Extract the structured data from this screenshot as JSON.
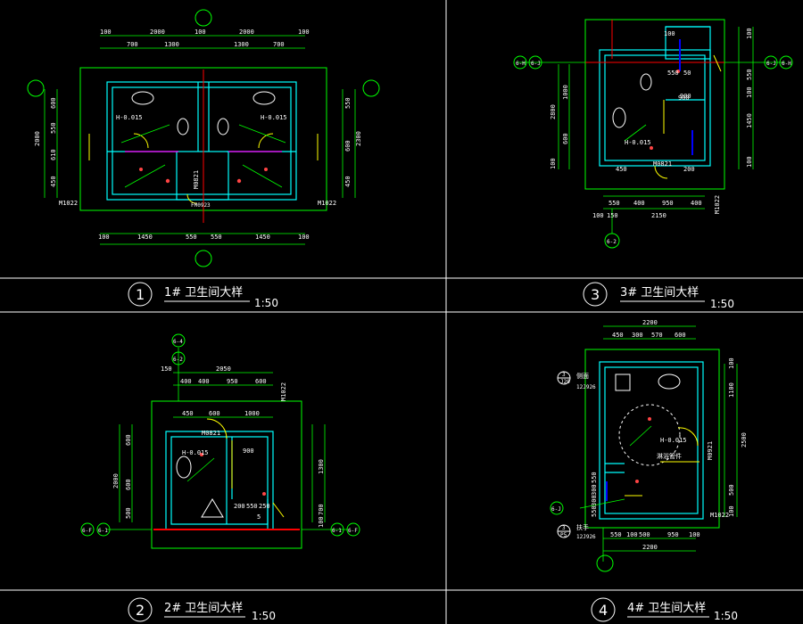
{
  "colors": {
    "background": "#000000",
    "frame": "#ffffff",
    "dimension": "#00ff00",
    "wall": "#00ffff",
    "axis": "#ff0000",
    "fixture": "#ffff00",
    "pipe": "#ff00ff",
    "text": "#ffffff"
  },
  "panels": [
    {
      "number": "1",
      "title": "1# 卫生间大样",
      "scale": "1:50",
      "door_left": "M1022",
      "door_right": "M1022",
      "door_mid": "FM0923",
      "mark_left": "H-0.015",
      "mark_right": "H-0.015",
      "mark_mid": "M0821",
      "top_dims_a": [
        "100",
        "2000",
        "100",
        "2000",
        "100"
      ],
      "top_dims_b": [
        "700",
        "1300",
        "1300",
        "700"
      ],
      "bottom_dims": [
        "100",
        "1450",
        "550",
        "550",
        "1450",
        "100"
      ],
      "left_dims": [
        "2000",
        "600",
        "550",
        "610",
        "450"
      ],
      "right_dims": [
        "2300",
        "550",
        "600",
        "450"
      ]
    },
    {
      "number": "2",
      "title": "2# 卫生间大样",
      "scale": "1:50",
      "door_top": "M0821",
      "door_right": "M1022",
      "mark": "H-0.015",
      "top_dims_a": [
        "150",
        "2050"
      ],
      "top_dims_b": [
        "400",
        "400",
        "950",
        "600"
      ],
      "top_dims_c": [
        "450",
        "600",
        "1000"
      ],
      "left_dims": [
        "2000",
        "600",
        "600",
        "500"
      ],
      "right_dims": [
        "1300",
        "700",
        "100"
      ],
      "inner_dims": [
        "900",
        "200",
        "550",
        "250",
        "5"
      ],
      "axis_tags_top": [
        "6-4",
        "6-2"
      ],
      "axis_tags_left": [
        "6-F",
        "6-1"
      ],
      "axis_tags_right": [
        "6-1",
        "6-F"
      ]
    },
    {
      "number": "3",
      "title": "3# 卫生间大样",
      "scale": "1:50",
      "door": "M0821",
      "mark": "H-0.015",
      "top_dims": [
        "100",
        "50",
        "550",
        "900"
      ],
      "bottom_dims_a": [
        "550",
        "400",
        "950",
        "400"
      ],
      "bottom_dims_b": [
        "100",
        "150",
        "2150"
      ],
      "left_dims": [
        "1000",
        "2800",
        "600",
        "100"
      ],
      "right_dims": [
        "100",
        "550",
        "100",
        "1450",
        "100"
      ],
      "side_dim": "M1022",
      "axis_tags_left": [
        "6-H",
        "6-J"
      ],
      "axis_tags_right": [
        "6-J",
        "6-H"
      ],
      "axis_tag_bottom": "6-2",
      "inner": [
        "450",
        "900",
        "200"
      ]
    },
    {
      "number": "4",
      "title": "4# 卫生间大样",
      "scale": "1:50",
      "door_right": "M0921",
      "door_bottom": "M1022",
      "mark": "H-0.015",
      "top_dims_a": [
        "2200"
      ],
      "top_dims_b": [
        "450",
        "300",
        "570",
        "600"
      ],
      "bottom_dims_a": [
        "550",
        "100",
        "500",
        "950",
        "100"
      ],
      "bottom_dims_b": [
        "2200"
      ],
      "right_dims": [
        "100",
        "1100",
        "2500",
        "500",
        "100"
      ],
      "left_dims": [
        "550",
        "300",
        "300",
        "550"
      ],
      "callout_top": [
        "3",
        "J20",
        "12J926"
      ],
      "callout_bottom": [
        "3",
        "P5",
        "12J926"
      ],
      "label_top": "侧面",
      "label_bottom": "扶手",
      "label_shower": "淋浴管件",
      "axis_tag_left": "6-J"
    }
  ]
}
